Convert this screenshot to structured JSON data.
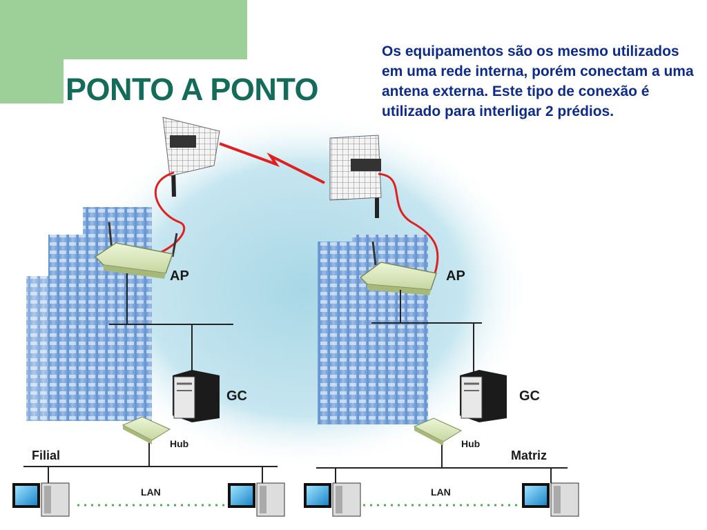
{
  "slide": {
    "title": "PONTO A PONTO",
    "description": "Os equipamentos são os mesmo utilizados em uma rede interna, porém conectam a uma antena externa. Este tipo de conexão é utilizado para interligar 2 prédios."
  },
  "diagram": {
    "left_site": {
      "site_label": "Filial",
      "ap_label": "AP",
      "gc_label": "GC",
      "hub_label": "Hub",
      "lan_label": "LAN"
    },
    "right_site": {
      "site_label": "Matriz",
      "ap_label": "AP",
      "gc_label": "GC",
      "hub_label": "Hub",
      "lan_label": "LAN"
    }
  },
  "colors": {
    "title": "#136b5a",
    "description": "#0c2b8a",
    "accent_green": "#9dcf98",
    "cable_red": "#e0201e",
    "building_blue": "#7ba6da",
    "sky_blue": "#bfe3ee",
    "lan_dots": "#4caf50"
  }
}
